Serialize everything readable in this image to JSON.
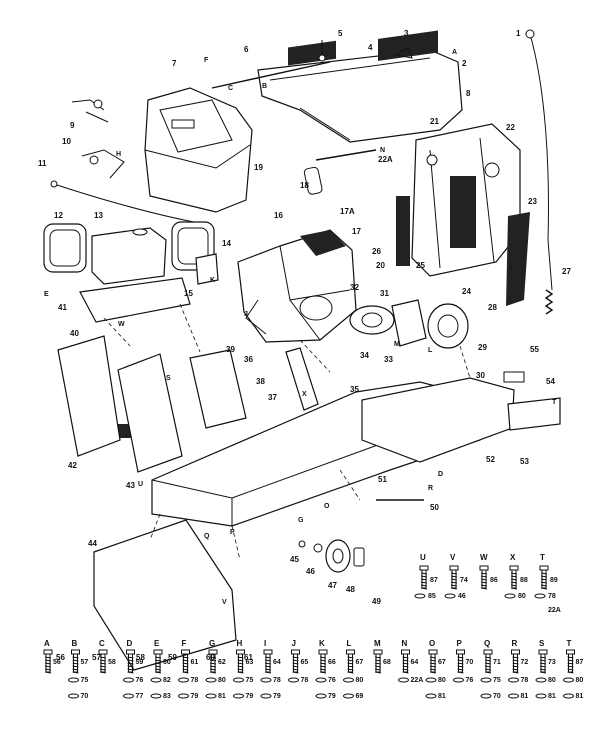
{
  "parts": {
    "top": [
      "1",
      "2",
      "3",
      "4",
      "5",
      "6",
      "7",
      "8",
      "9",
      "10",
      "11",
      "12",
      "13",
      "14",
      "15",
      "16",
      "17",
      "17A",
      "18",
      "19",
      "20",
      "21",
      "22",
      "22A",
      "23",
      "24",
      "25",
      "26",
      "27",
      "28",
      "29",
      "30",
      "31",
      "32",
      "33",
      "34",
      "35",
      "36",
      "37"
    ],
    "bottom": [
      "38",
      "39",
      "40",
      "41",
      "42",
      "43",
      "44",
      "45",
      "46",
      "47",
      "48",
      "49",
      "50",
      "51",
      "52",
      "53",
      "54",
      "55",
      "56",
      "57",
      "58",
      "59",
      "60",
      "61"
    ]
  },
  "letters": {
    "a": "A",
    "b": "B",
    "c": "C",
    "e": "E",
    "f": "F",
    "g": "G",
    "h": "H",
    "i": "I",
    "j": "J",
    "k": "K",
    "l": "L",
    "m": "M",
    "n": "N",
    "o": "O",
    "p": "P",
    "q": "Q",
    "r": "R",
    "s": "S",
    "t": "T",
    "u": "U",
    "v": "V",
    "w": "W",
    "x": "X",
    "d": "D"
  },
  "hardware_row_top": [
    {
      "key": "U",
      "n1": "87",
      "n2": "85"
    },
    {
      "key": "V",
      "n1": "74",
      "n2": "46"
    },
    {
      "key": "W",
      "n1": "86",
      "n2": ""
    },
    {
      "key": "X",
      "n1": "88",
      "n2": "80"
    },
    {
      "key": "T",
      "n1": "89",
      "n2": "78",
      "n3": "22A"
    }
  ],
  "hardware_row_bottom": [
    {
      "key": "A",
      "n1": "56",
      "n2": ""
    },
    {
      "key": "B",
      "n1": "57",
      "n2": "75",
      "n3": "70"
    },
    {
      "key": "C",
      "n1": "58",
      "n2": ""
    },
    {
      "key": "D",
      "n1": "59",
      "n2": "76",
      "n3": "77"
    },
    {
      "key": "E",
      "n1": "60",
      "n2": "82",
      "n3": "83"
    },
    {
      "key": "F",
      "n1": "61",
      "n2": "78",
      "n3": "79"
    },
    {
      "key": "G",
      "n1": "62",
      "n2": "80",
      "n3": "81"
    },
    {
      "key": "H",
      "n1": "63",
      "n2": "75",
      "n3": "79"
    },
    {
      "key": "I",
      "n1": "64",
      "n2": "78",
      "n3": "79"
    },
    {
      "key": "J",
      "n1": "65",
      "n2": "78"
    },
    {
      "key": "K",
      "n1": "66",
      "n2": "76",
      "n3": "79"
    },
    {
      "key": "L",
      "n1": "67",
      "n2": "80",
      "n3": "69"
    },
    {
      "key": "M",
      "n1": "68",
      "n2": ""
    },
    {
      "key": "N",
      "n1": "64",
      "n2": "22A"
    },
    {
      "key": "O",
      "n1": "67",
      "n2": "80",
      "n3": "81"
    },
    {
      "key": "P",
      "n1": "70",
      "n2": "76"
    },
    {
      "key": "Q",
      "n1": "71",
      "n2": "75",
      "n3": "70"
    },
    {
      "key": "R",
      "n1": "72",
      "n2": "78",
      "n3": "81"
    },
    {
      "key": "S",
      "n1": "73",
      "n2": "80",
      "n3": "81"
    },
    {
      "key": "T",
      "n1": "87",
      "n2": "80",
      "n3": "81"
    }
  ]
}
